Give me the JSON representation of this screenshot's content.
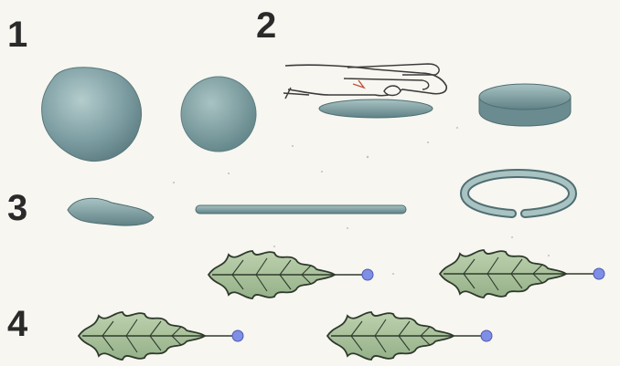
{
  "step_numbers": [
    "1",
    "2",
    "3",
    "4"
  ],
  "colors": {
    "clay_blue_gray": "#7e9fa4",
    "clay_highlight": "#a9c3c3",
    "leaf_green": "#a7c19a",
    "leaf_vein": "#2e3a2c",
    "pin_head": "#7f8fe6",
    "background": "#f7f6f0"
  },
  "icons": [
    "clay-lump",
    "clay-ball",
    "hand-pressing",
    "clay-disc",
    "clay-sausage",
    "clay-rod",
    "clay-ring",
    "oak-leaf",
    "pin-head"
  ]
}
